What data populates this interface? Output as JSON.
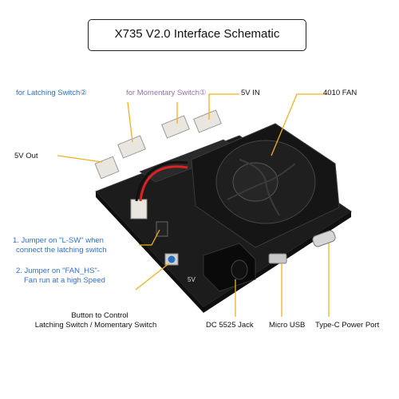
{
  "title": "X735 V2.0 Interface Schematic",
  "labels": {
    "latching": "for Latching Switch②",
    "momentary": "for Momentary Switch①",
    "power_in": "5V IN",
    "fan": "4010 FAN",
    "power_out": "5V Out",
    "jumper1_line1": "1. Jumper on \"L-SW\" when",
    "jumper1_line2": "connect the latching switch",
    "jumper2_line1": "2. Jumper on \"FAN_HS\"-",
    "jumper2_line2": "Fan run at a high Speed",
    "button_line1": "Button to Control",
    "button_line2": "Latching Switch / Momentary Switch",
    "dc_jack": "DC 5525 Jack",
    "micro_usb": "Micro USB",
    "typec": "Type-C Power Port",
    "silk_5v": "5V"
  },
  "colors": {
    "accent_line": "#f2b01e",
    "board": "#1a1a1a",
    "latching_text": "#2f6fc8",
    "momentary_text": "#9a6fa8"
  }
}
